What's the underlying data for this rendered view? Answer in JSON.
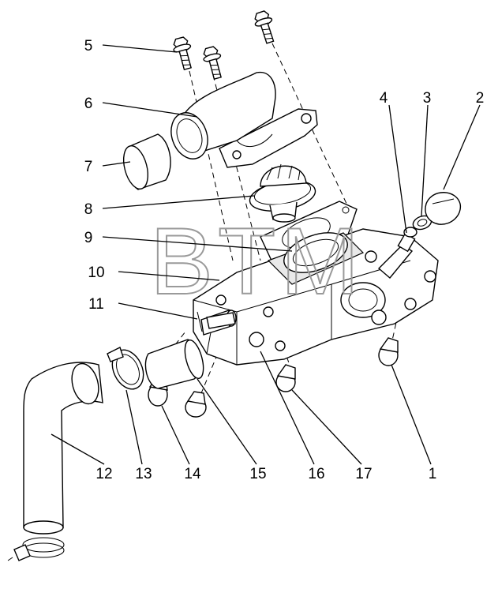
{
  "watermark": "BTM",
  "callouts": [
    {
      "id": "1",
      "label": "1"
    },
    {
      "id": "2",
      "label": "2"
    },
    {
      "id": "3",
      "label": "3"
    },
    {
      "id": "4",
      "label": "4"
    },
    {
      "id": "5",
      "label": "5"
    },
    {
      "id": "6",
      "label": "6"
    },
    {
      "id": "7",
      "label": "7"
    },
    {
      "id": "8",
      "label": "8"
    },
    {
      "id": "9",
      "label": "9"
    },
    {
      "id": "10",
      "label": "10"
    },
    {
      "id": "11",
      "label": "11"
    },
    {
      "id": "12",
      "label": "12"
    },
    {
      "id": "13",
      "label": "13"
    },
    {
      "id": "14",
      "label": "14"
    },
    {
      "id": "15",
      "label": "15"
    },
    {
      "id": "16",
      "label": "16"
    },
    {
      "id": "17",
      "label": "17"
    }
  ]
}
